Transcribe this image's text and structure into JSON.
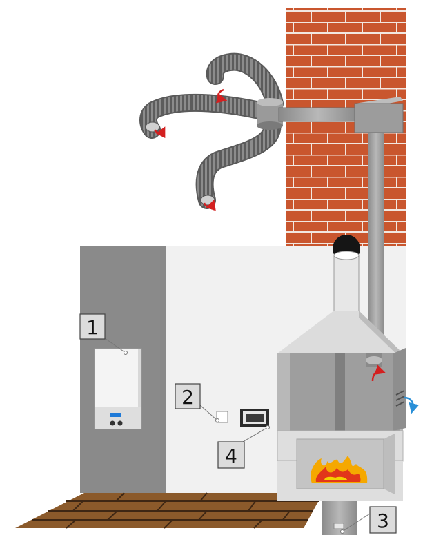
{
  "callouts": [
    {
      "number": "1",
      "target": "gas-boiler"
    },
    {
      "number": "2",
      "target": "wall-sensor"
    },
    {
      "number": "3",
      "target": "air-intake-pipe"
    },
    {
      "number": "4",
      "target": "control-panel"
    }
  ],
  "colors": {
    "brick": "#c9562e",
    "mortar": "#f2e7e0",
    "wall_dark": "#8a8a8a",
    "wall_light": "#f1f1f1",
    "metal": "#a9a9a9",
    "metal_dark": "#7a7a7a",
    "floor": "#8b5a2b",
    "hot_air_arrow": "#d32020",
    "cold_air_arrow": "#2a90d8",
    "flame_outer": "#f5a800",
    "flame_inner": "#e2361a",
    "boiler_display": "#1f7ad8"
  },
  "icons": {
    "hot_air": "curved-arrow-icon-red",
    "cold_air": "curved-arrow-icon-blue",
    "fire": "flame-icon"
  }
}
